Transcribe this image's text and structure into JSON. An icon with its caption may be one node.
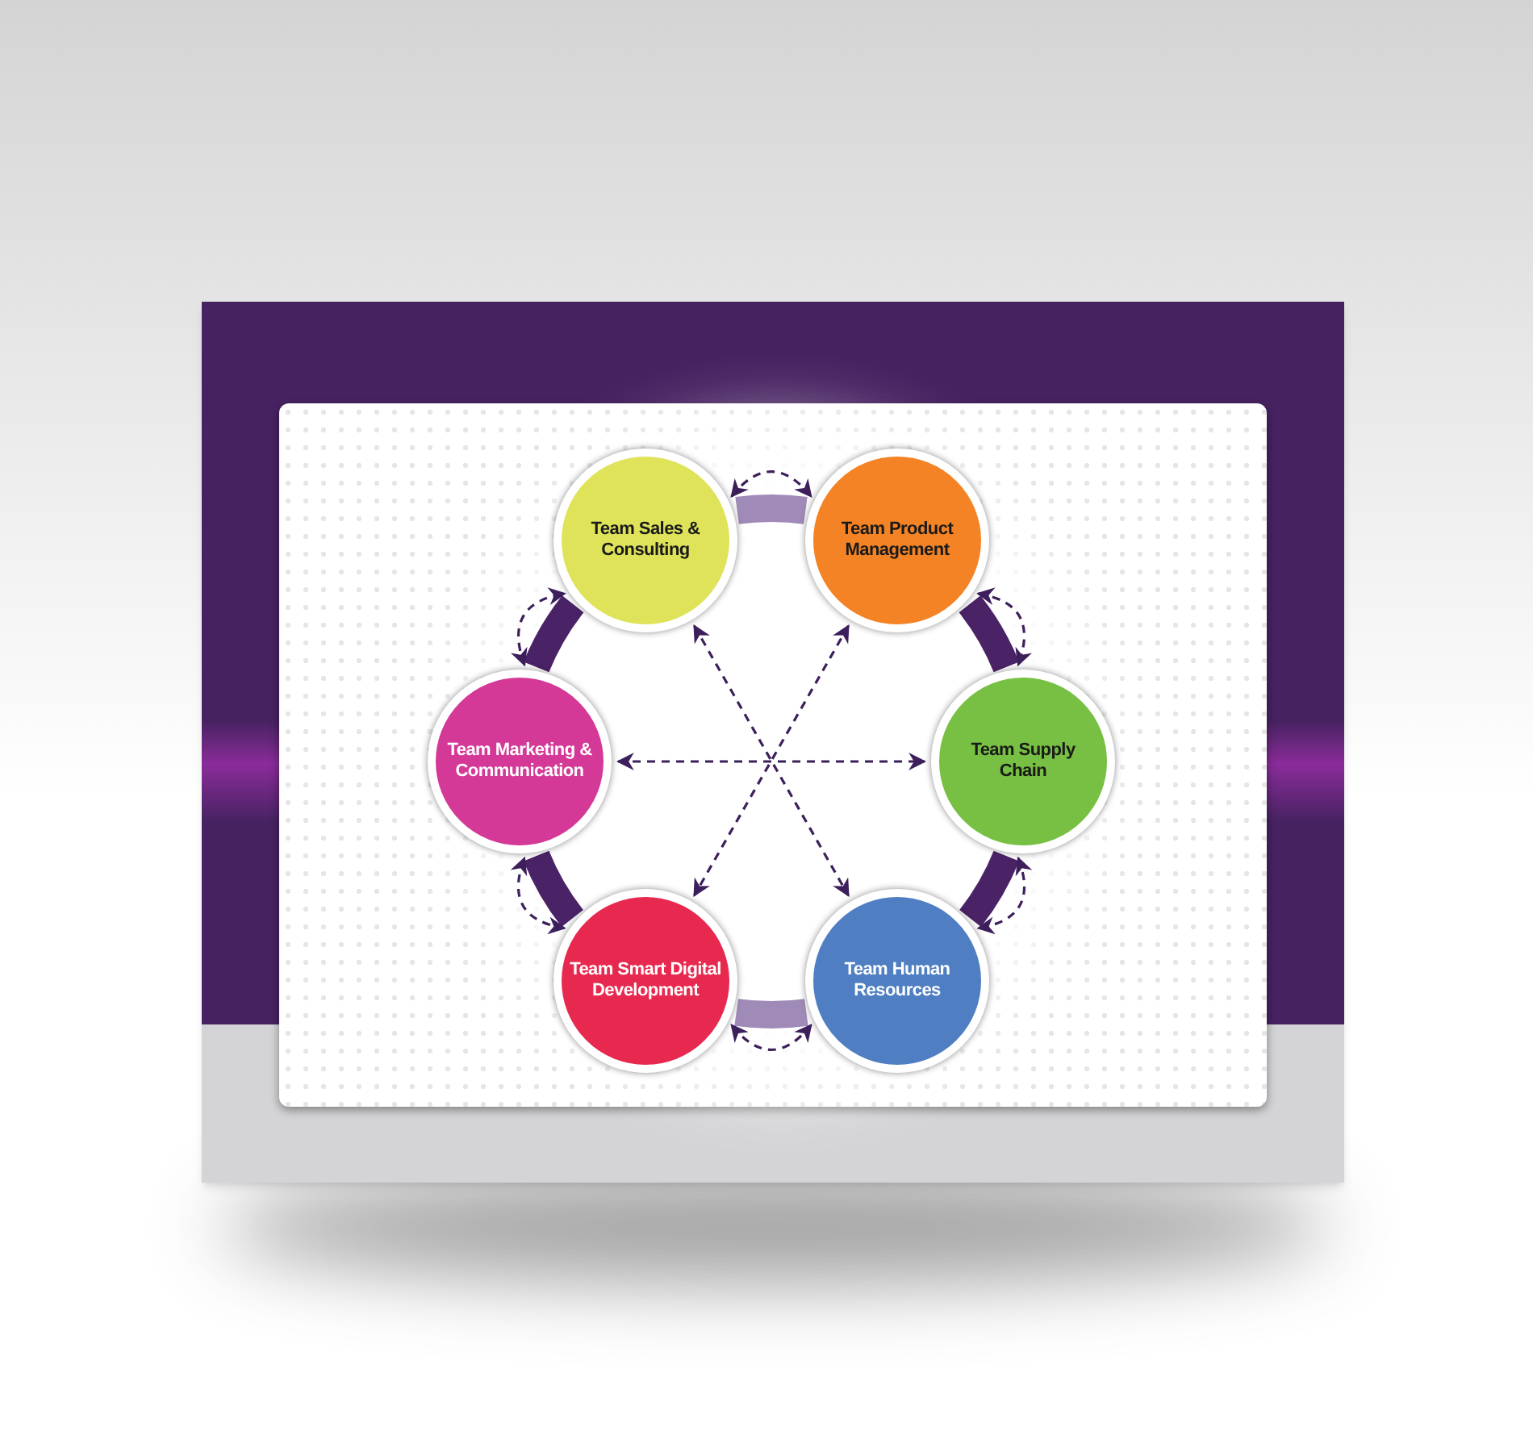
{
  "diagram": {
    "nodes": [
      {
        "text": [
          "Team Sales & Consulting"
        ]
      },
      {
        "text": [
          "Team Product Management"
        ]
      },
      {
        "text": [
          "Team Supply Chain"
        ]
      },
      {
        "text": [
          "Team Human Resources"
        ]
      },
      {
        "text": [
          "Team Smart Digital Development"
        ]
      },
      {
        "text": [
          "Team Marketing & Communication"
        ]
      }
    ],
    "edges": [
      {
        "from": 0,
        "to": 1,
        "arrow": "both",
        "style": "dashed"
      },
      {
        "from": 1,
        "to": 2,
        "arrow": "both",
        "style": "dashed"
      },
      {
        "from": 2,
        "to": 3,
        "arrow": "both",
        "style": "dashed"
      },
      {
        "from": 3,
        "to": 4,
        "arrow": "both",
        "style": "dashed"
      },
      {
        "from": 4,
        "to": 5,
        "arrow": "both",
        "style": "dashed"
      },
      {
        "from": 5,
        "to": 0,
        "arrow": "both",
        "style": "dashed"
      },
      {
        "from": 0,
        "to": 3,
        "arrow": "both",
        "style": "dashed"
      },
      {
        "from": 1,
        "to": 4,
        "arrow": "both",
        "style": "dashed"
      },
      {
        "from": 5,
        "to": 2,
        "arrow": "both",
        "style": "dashed"
      }
    ]
  }
}
